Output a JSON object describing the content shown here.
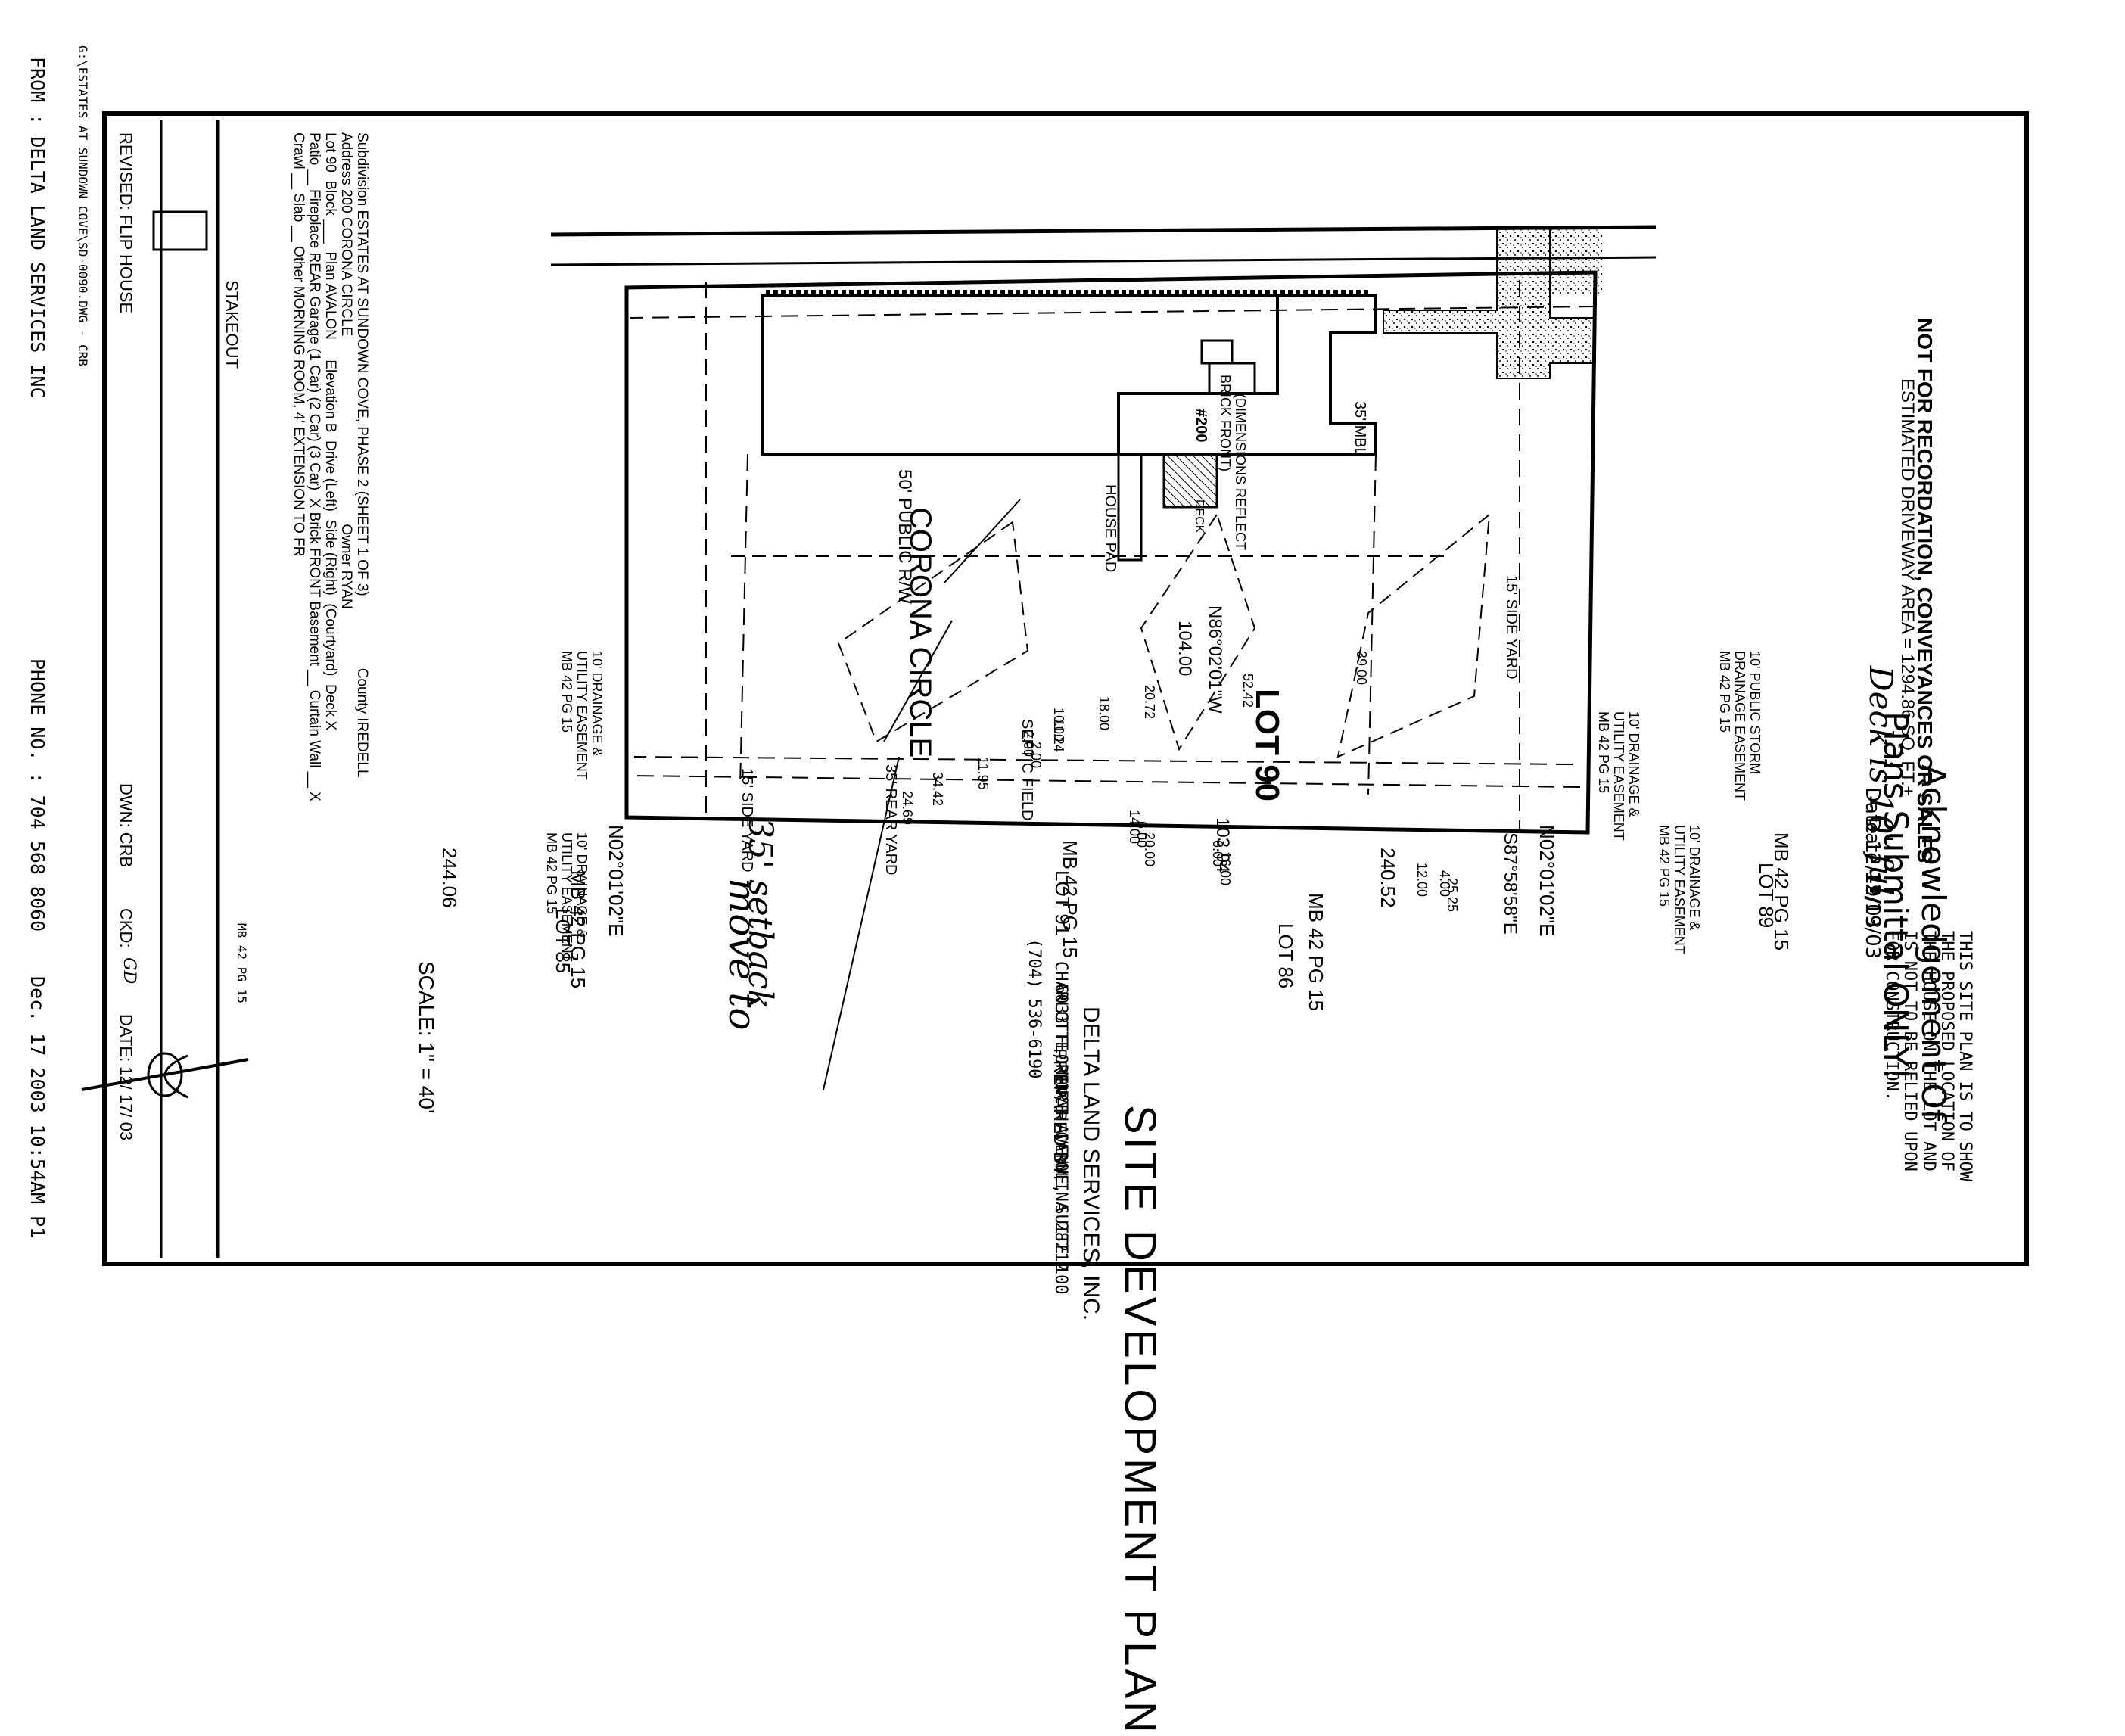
{
  "fax_header": {
    "from": "FROM : DELTA LAND SERVICES INC",
    "phone": "PHONE NO. : 704 568 8060",
    "date": "Dec. 17 2003 10:54AM P1"
  },
  "title": "SITE DEVELOPMENT PLAN",
  "prepared_by_label": "PREPARED BY:",
  "company": {
    "name": "DELTA LAND SERVICES, INC.",
    "address1": "6033 FLORENCE AVENUE, SUITE 100",
    "address2": "CHARLOTTE, NORTH CAROLINA 28212",
    "phone": "(704) 536-6190"
  },
  "scale": "SCALE: 1\" = 40'",
  "north_arrow_label": "MB 42 PG 15",
  "disclaimer": [
    "THIS SITE PLAN IS TO SHOW",
    "THE PROPOSED LOCATION OF",
    "THE HOUSE ON THE LOT AND",
    "IS NOT TO BE RELIED UPON",
    "FOR CONSTRUCTION."
  ],
  "stamp": {
    "line1": "Acknowledgement Of",
    "line2": "Plans Submittal ONLY!",
    "date1": "Date 12/19/03",
    "date2": "Date 12/19/03"
  },
  "handwritten": {
    "note1": "Deck is 10' ful",
    "note2": "move to",
    "note3": "35' setback"
  },
  "street": {
    "name": "CORONA CIRCLE",
    "row": "50' PUBLIC R/W"
  },
  "lot": "LOT 90",
  "adjacent_lots": {
    "lot86": "LOT 86",
    "lot86_ref": "MB 42 PG 15",
    "lot85": "LOT 85",
    "lot85_ref": "MB 42 PG 15",
    "lot89": "LOT 89",
    "lot89_ref": "MB 42 PG 15",
    "lot91": "LOT 91",
    "lot91_ref": "MB 42 PG 15"
  },
  "bearings": {
    "top": "N02°01'02\"E",
    "top_len": "240.52",
    "bottom": "N02°01'02\"E",
    "bottom_len": "244.06",
    "rear": "S87°58'58\"E",
    "rear_len": "103.94",
    "front": "N86°02'01\"W",
    "front_len": "104.00"
  },
  "easements": {
    "e1": [
      "10' DRAINAGE &",
      "UTILITY EASEMENT",
      "MB 42 PG 15"
    ],
    "e2": [
      "10' DRAINAGE &",
      "UTILITY EASEMENT",
      "MB 42 PG 15"
    ],
    "e3": [
      "10' PUBLIC STORM",
      "DRAINAGE EASEMENT",
      "MB 42 PG 15"
    ],
    "e4": [
      "10' DRAINAGE &",
      "UTILITY EASEMENT",
      "MB 42 PG 15"
    ],
    "e5": [
      "10' DRAINAGE &",
      "UTILITY EASEMENT",
      "MB 42 PG 15"
    ]
  },
  "yards": {
    "side_top": "15' SIDE YARD",
    "side_bottom": "15' SIDE YARD",
    "rear": "35' REAR YARD",
    "septic": "SEPTIC FIELD",
    "mbl": "35' MBL"
  },
  "house": {
    "plan_no": "#200",
    "note1": "(DIMENSIONS REFLECT",
    "note2": "BRICK FRONT)",
    "pad": "HOUSE PAD",
    "deck": "DECK"
  },
  "dimensions": {
    "d1": "25.25",
    "d2": "4.00",
    "d3": "12.00",
    "d4": "16.00",
    "d5": "6.00",
    "d6": "20.00",
    "d7": "6.00",
    "d8": "14.00",
    "d9": "24.69",
    "d10": "34.42",
    "d11": "11.95",
    "d12": "2.00",
    "d13": "2.00",
    "d14": "11.24",
    "d15": "10.00",
    "d16": "18.00",
    "d17": "20.72",
    "d18": "52.42",
    "d19": "39.00"
  },
  "driveway_area": "ESTIMATED DRIVEWAY AREA = 1294.86 SQ. FT.±",
  "not_for_recordation": "NOT FOR RECORDATION, CONVEYANCES OR SALES",
  "stakeout": "STAKEOUT",
  "info": {
    "line1": "Subdivision ESTATES AT SUNDOWN COVE, PHASE 2 (SHEET 1 OF 3)                  County IREDELL",
    "line2": "Address 200 CORONA CIRCLE                                               Owner RYAN",
    "line3": "Lot 90  Block ___  Plan AVALON     Elevation B  Drive (Left)  Side (Right)  (Courtyard)  Deck X",
    "line4": "Patio __ Fireplace REAR Garage (1 Car) (2 Car) (3 Car)  X Brick FRONT Basement __ Curtain Wall __ X",
    "line5": "Crawl __ Slab __ Other MORNING ROOM, 4' EXTENSION TO FR"
  },
  "footer": {
    "revised": "REVISED: FLIP HOUSE",
    "drawn": "DWN: CRB",
    "checked": "CKD:",
    "checked_initials": "GD",
    "date": "DATE: 12/ 17/ 03",
    "file": "G:\\ESTATES AT SUNDOWN COVE\\SD-0090.DWG - CRB"
  }
}
